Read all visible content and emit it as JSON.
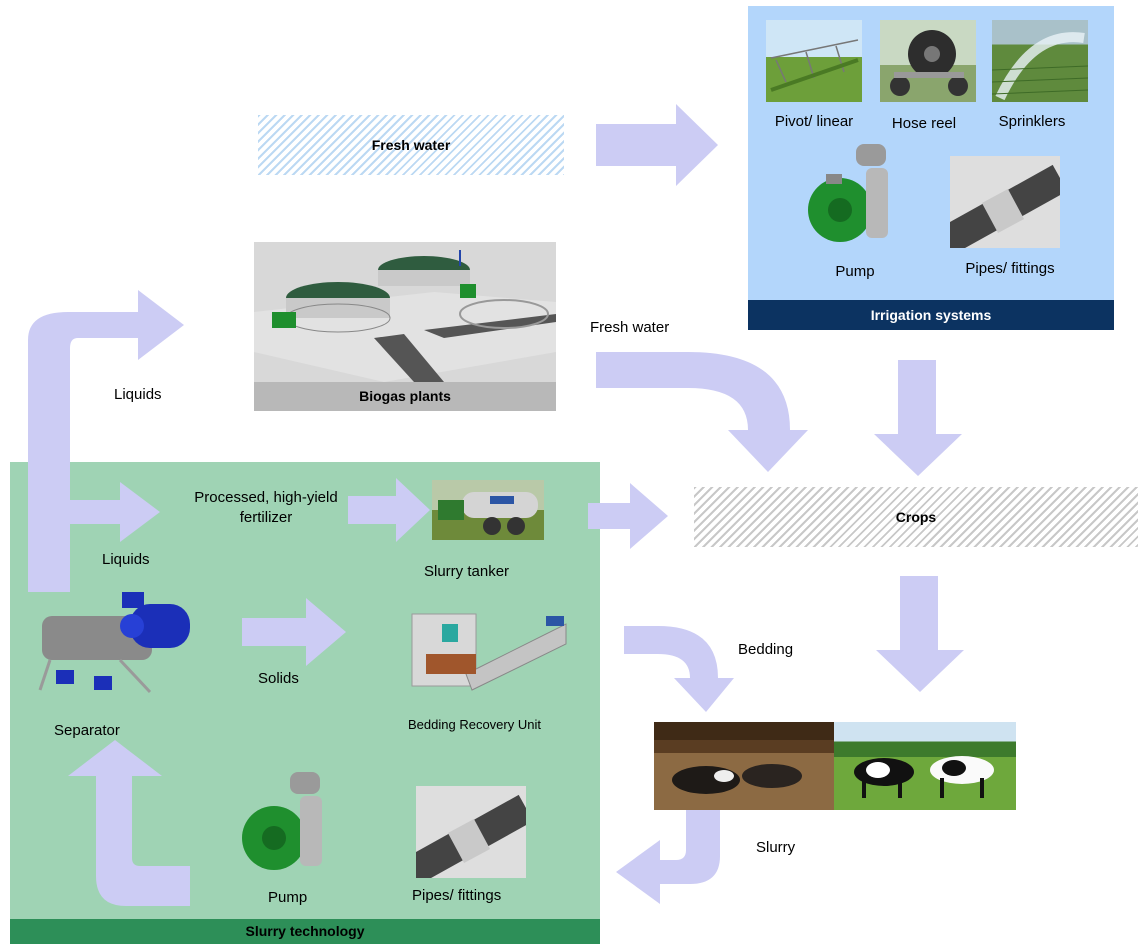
{
  "fresh_water_box": {
    "label": "Fresh water"
  },
  "irrigation": {
    "title": "Irrigation systems",
    "items": [
      "Pivot/ linear",
      "Hose reel",
      "Sprinklers",
      "Pump",
      "Pipes/ fittings"
    ]
  },
  "biogas": {
    "title": "Biogas plants"
  },
  "fresh_water_label": "Fresh water",
  "liquids_top": "Liquids",
  "crops": {
    "label": "Crops"
  },
  "slurry_tech": {
    "title": "Slurry technology",
    "fertilizer": "Processed, high-yield fertilizer",
    "liquids": "Liquids",
    "slurry_tanker": "Slurry tanker",
    "solids": "Solids",
    "separator": "Separator",
    "bedding_recovery": "Bedding Recovery Unit",
    "pump": "Pump",
    "pipes": "Pipes/ fittings"
  },
  "bedding_label": "Bedding",
  "slurry_label": "Slurry",
  "colors": {
    "arrow": "#ccccf4",
    "irrigation_bg": "#b3d6fb",
    "irrigation_footer": "#0c3361",
    "slurry_bg": "#9fd3b4",
    "slurry_footer": "#2d8f58"
  }
}
